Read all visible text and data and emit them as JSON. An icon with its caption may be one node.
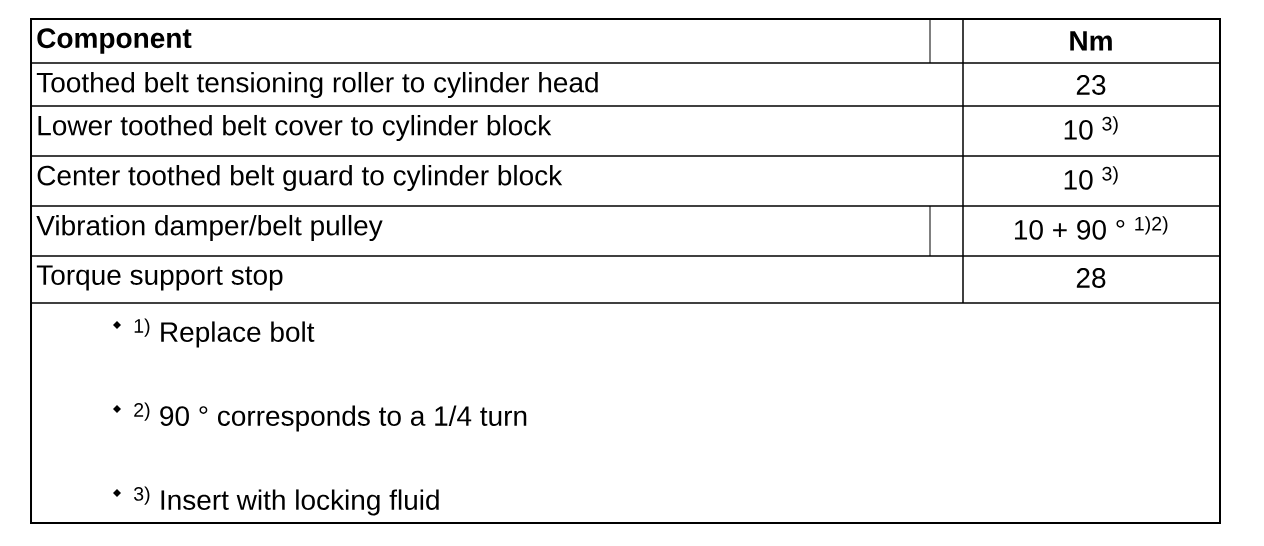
{
  "diagram": {
    "labels": [
      "Component",
      "Nm",
      "Toothed belt tensioning roller to cylinder head",
      "23",
      "Lower toothed belt cover to cylinder block",
      "10 $^{3)}$",
      "Center toothed belt guard to cylinder block",
      "10 $^{3)}$",
      "Vibration damper/belt pulley",
      "10 + 90 ° $^{1)2)}$",
      "Torque support stop",
      "28",
      "$^{1)}$ Replace bolt",
      "$^{2)}$ 90 ° corresponds to a 1/4 turn",
      "$^{3)}$ Insert with locking fluid"
    ]
  }
}
